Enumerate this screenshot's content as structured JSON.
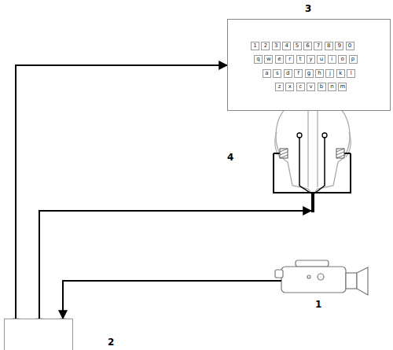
{
  "diagram": {
    "nodes": [
      {
        "text": [
          "3",
          "1",
          "2",
          "3",
          "4",
          "5",
          "6",
          "7",
          "8",
          "9",
          "0",
          "q",
          "w",
          "e",
          "r",
          "t",
          "y",
          "u",
          "i",
          "o",
          "p",
          "a",
          "s",
          "d",
          "f",
          "g",
          "h",
          "j",
          "k",
          "l",
          "z",
          "x",
          "c",
          "v",
          "b",
          "n",
          "m"
        ]
      },
      {
        "text": [
          "4"
        ]
      },
      {
        "text": [
          "1"
        ]
      },
      {
        "text": [
          "2"
        ]
      }
    ],
    "edges": [
      {
        "from": 3,
        "to": 0,
        "arrow": "to"
      },
      {
        "from": 3,
        "to": 1,
        "arrow": "to"
      },
      {
        "from": 2,
        "to": 3,
        "arrow": "to"
      }
    ]
  }
}
